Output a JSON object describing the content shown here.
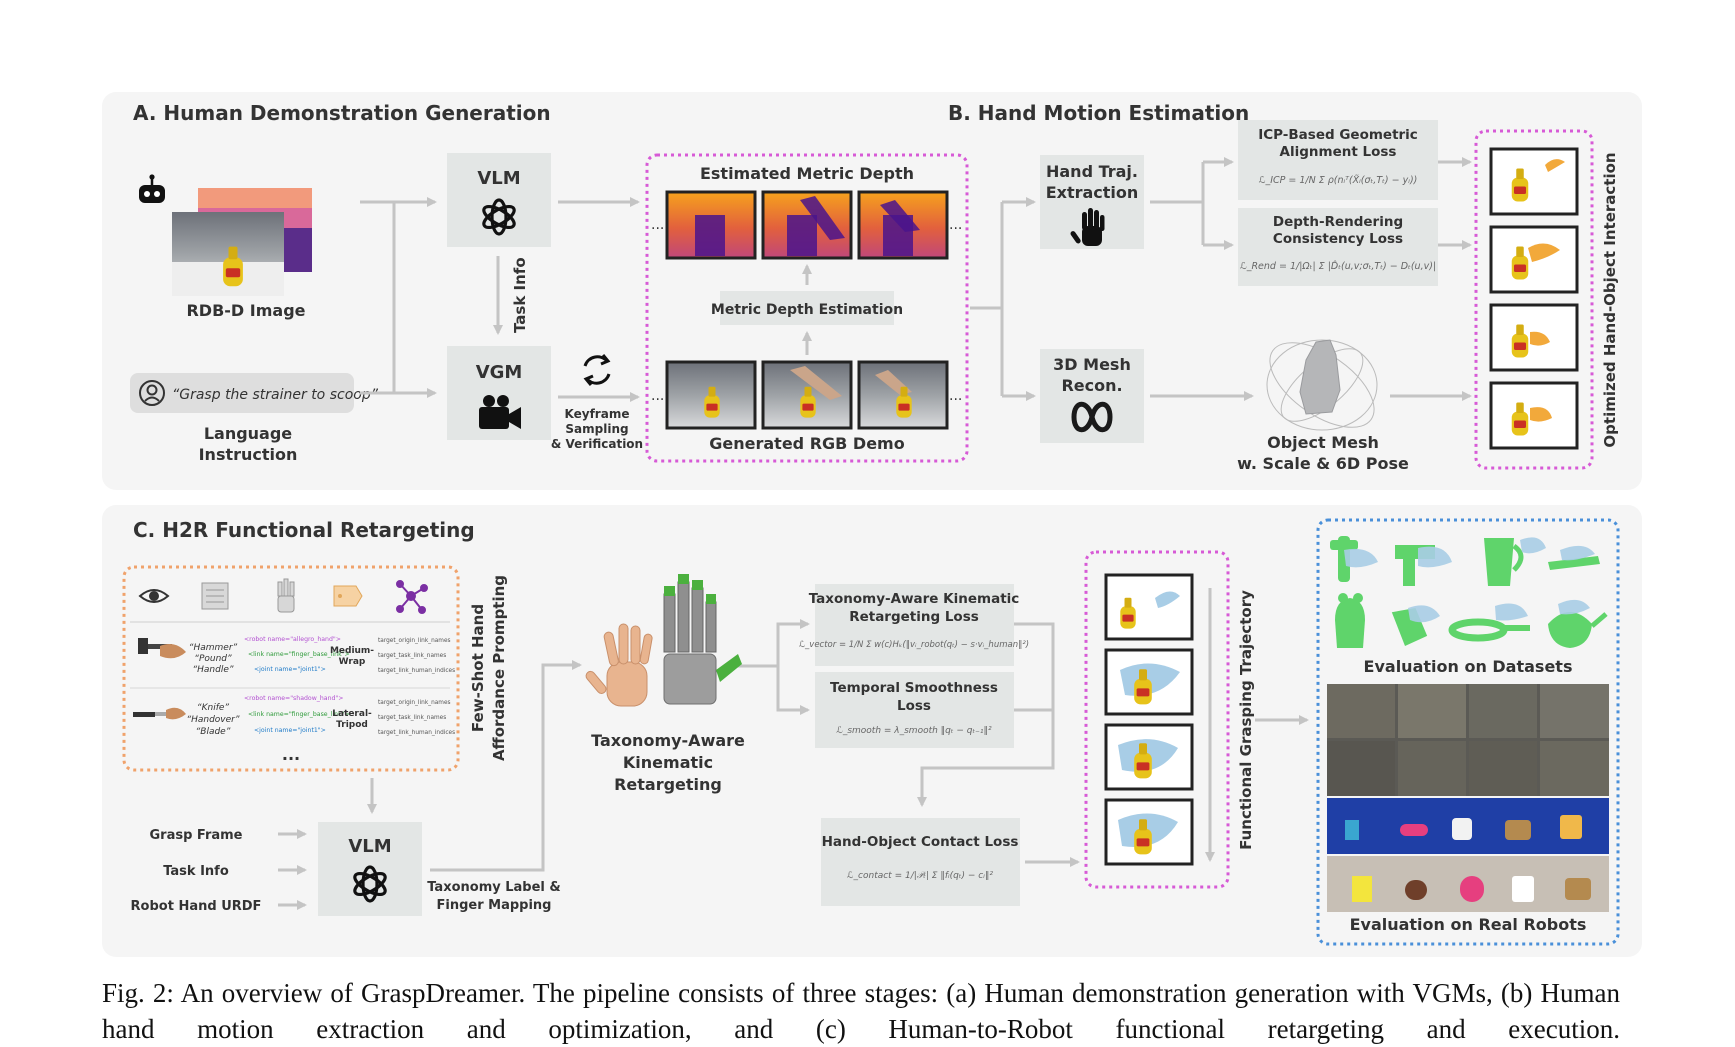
{
  "sections": {
    "a_title": "A. Human Demonstration Generation",
    "b_title": "B. Hand Motion Estimation",
    "c_title": "C. H2R Functional Retargeting"
  },
  "section_a": {
    "rgbd_label": "RDB-D Image",
    "instruction_quote": "“Grasp the strainer to scoop”",
    "instruction_label_l1": "Language",
    "instruction_label_l2": "Instruction",
    "vlm_label": "VLM",
    "vgm_label": "VGM",
    "task_info": "Task Info",
    "keyframe_l1": "Keyframe",
    "keyframe_l2": "Sampling",
    "keyframe_l3": "& Verification",
    "estimated_depth": "Estimated Metric Depth",
    "depth_estimation": "Metric Depth Estimation",
    "generated_rgb": "Generated RGB Demo",
    "ellipsis": "..."
  },
  "section_b": {
    "hand_traj_l1": "Hand Traj.",
    "hand_traj_l2": "Extraction",
    "mesh_recon_l1": "3D Mesh",
    "mesh_recon_l2": "Recon.",
    "icp_l1": "ICP-Based Geometric",
    "icp_l2": "Alignment  Loss",
    "icp_formula": "ℒ_ICP = 1/N Σ ρ(nᵢᵀ(X̃ᵢ(σₜ,Tₜ) − yᵢ))",
    "depth_l1": "Depth-Rendering",
    "depth_l2": "Consistency Loss",
    "depth_formula": "ℒ_Rend = 1/|Ωₜ| Σ |D̂ₜ(u,v;σₜ,Tₜ) − Dₜ(u,v)|",
    "mesh_l1": "Object Mesh",
    "mesh_l2": "w. Scale & 6D Pose",
    "optimized": "Optimized Hand-Object Interaction"
  },
  "section_c": {
    "fewshot_l1": "Few-Shot Hand",
    "fewshot_l2": "Affordance Prompting",
    "ex1_names": [
      "“Hammer”",
      "“Pound”",
      "“Handle”"
    ],
    "ex1_type_l1": "Medium-",
    "ex1_type_l2": "Wrap",
    "ex2_names": [
      "“Knife”",
      "“Handover”",
      "“Blade”"
    ],
    "ex2_type_l1": "Lateral-",
    "ex2_type_l2": "Tripod",
    "ex1_code": [
      "<robot name=\"allegro_hand\">",
      "<link name=\"finger_base_link\">",
      "<joint name=\"joint1\">"
    ],
    "ex2_code": [
      "<robot name=\"shadow_hand\">",
      "<link name=\"finger_base_link\">",
      "<joint name=\"joint1\">"
    ],
    "targets": [
      "target_origin_link_names",
      "target_task_link_names",
      "target_link_human_indices"
    ],
    "dots": "...",
    "grasp_frame": "Grasp Frame",
    "task_info": "Task Info",
    "robot_urdf": "Robot Hand URDF",
    "vlm_label": "VLM",
    "tax_map_l1": "Taxonomy Label &",
    "tax_map_l2": "Finger Mapping",
    "retarget_l1": "Taxonomy-Aware",
    "retarget_l2": "Kinematic",
    "retarget_l3": "Retargeting",
    "tak_loss_l1": "Taxonomy-Aware Kinematic",
    "tak_loss_l2": "Retargeting Loss",
    "tak_formula": "ℒ_vector = 1/N Σ w(c)Hₖ(‖vᵢ_robot(qₜ) − s·vᵢ_human‖²)",
    "smooth_l1": "Temporal Smoothness",
    "smooth_l2": "Loss",
    "smooth_formula": "ℒ_smooth = λ_smooth ‖qₜ − qₜ₋₁‖²",
    "contact_title": "Hand-Object Contact Loss",
    "contact_formula": "ℒ_contact = 1/|𝒫ₜ| Σ ‖fᵢ(qₜ) − cᵢ‖²",
    "functional_traj": "Functional Grasping Trajectory",
    "eval_datasets": "Evaluation on Datasets",
    "eval_robots": "Evaluation on Real Robots"
  },
  "caption": "Fig. 2: An overview of GraspDreamer. The pipeline consists of three stages: (a) Human demonstration generation with VGMs, (b) Human hand motion extraction and optimization, and (c) Human-to-Robot functional retargeting and execution.",
  "colors": {
    "panel_bg": "#f5f5f5",
    "node_bg": "#e3e6e5",
    "arrow": "#c4c4c4",
    "pink_dashed": "#d75ad6",
    "orange_dashed": "#f0a26b",
    "blue_dashed": "#4a90d9",
    "depth_purple": "#4a148c",
    "depth_orange": "#f7a51c",
    "mustard": "#e7c31a",
    "robot_green": "#5fd46b",
    "hand_blue": "#a8cde6"
  },
  "icons": {
    "robot": "robot-head-icon",
    "openai": "openai-logo-icon",
    "camera": "video-camera-icon",
    "cycle": "cycle-arrows-icon",
    "hand": "hand-icon",
    "meta": "meta-infinity-icon",
    "eye": "eye-icon",
    "user": "user-icon"
  }
}
